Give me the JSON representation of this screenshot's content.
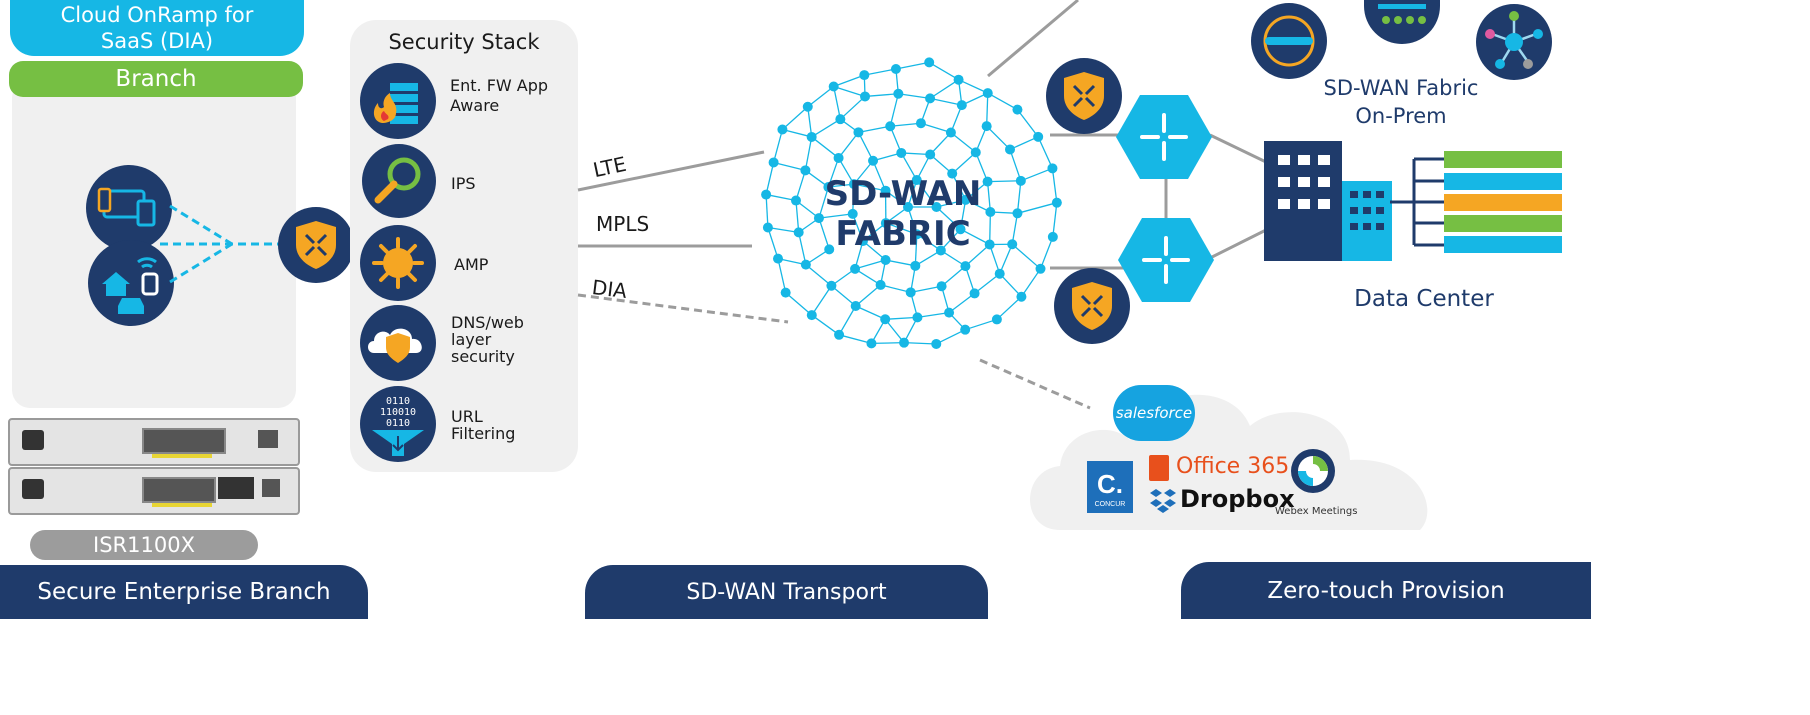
{
  "branch": {
    "saas_pill": "Cloud OnRamp for SaaS (DIA)",
    "branch_pill": "Branch",
    "device_label": "ISR1100X",
    "footer": "Secure Enterprise Branch"
  },
  "security": {
    "title": "Security Stack",
    "items": [
      {
        "label": "Ent. FW App Aware",
        "icon": "firewall-icon"
      },
      {
        "label": "IPS",
        "icon": "magnifier-icon"
      },
      {
        "label": "AMP",
        "icon": "malware-icon"
      },
      {
        "label": "DNS/web layer security",
        "icon": "cloud-shield-icon"
      },
      {
        "label": "URL Filtering",
        "icon": "binary-filter-icon"
      }
    ]
  },
  "transport": {
    "links": [
      "LTE",
      "MPLS",
      "DIA"
    ],
    "fabric_label": "SD-WAN FABRIC",
    "footer": "SD-WAN Transport"
  },
  "right": {
    "onprem_label": "SD-WAN Fabric On-Prem",
    "dc_label": "Data Center",
    "footer": "Zero-touch Provision"
  },
  "saas": {
    "salesforce": "salesforce",
    "concur": "CONCUR",
    "office": "Office 365",
    "dropbox": "Dropbox",
    "webex": "Webex Meetings"
  },
  "colors": {
    "navy": "#1f3b6b",
    "cyan": "#16b7e5",
    "green": "#76bf43",
    "orange": "#f5a623",
    "gray_panel": "#f0f0f0"
  }
}
